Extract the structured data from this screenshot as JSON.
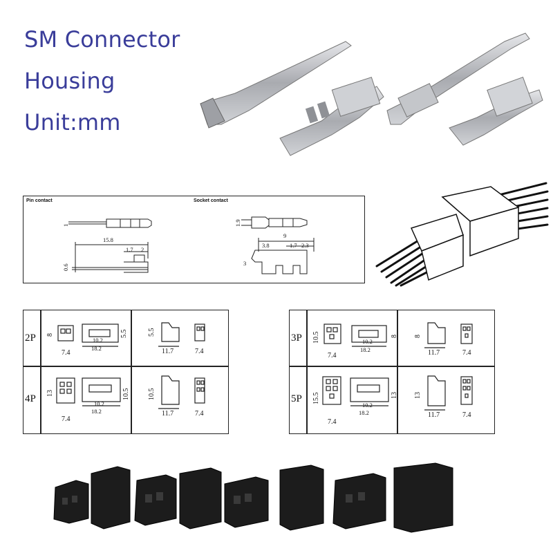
{
  "title": {
    "line1": "SM Connector",
    "line2": "Housing",
    "line3": "Unit:mm"
  },
  "contact_spec": {
    "pin_header": "Pin contact",
    "socket_header": "Socket contact",
    "pin_dims": {
      "d1": "1",
      "length": "15.8",
      "d2": "1.7",
      "d3": "2",
      "d4": "0.6"
    },
    "socket_dims": {
      "d1": "1.9",
      "length": "9",
      "d2": "3.8",
      "d3": "1.7",
      "d4": "2.3",
      "d5": "3"
    }
  },
  "housings_left": [
    {
      "label": "2P",
      "width": "7.4",
      "height": "8",
      "d1": "10.2",
      "d2": "18.2",
      "d3": "5.5",
      "side_h": "5.5",
      "side_w": "11.7",
      "end_w": "7.4"
    },
    {
      "label": "4P",
      "width": "7.4",
      "height": "13",
      "d1": "10.2",
      "d2": "18.2",
      "d3": "10.5",
      "side_h": "10.5",
      "side_w": "11.7",
      "end_w": "7.4"
    }
  ],
  "housings_right": [
    {
      "label": "3P",
      "width": "7.4",
      "height": "10.5",
      "d1": "10.2",
      "d2": "18.2",
      "d3": "8",
      "side_h": "8",
      "side_w": "11.7",
      "end_w": "7.4"
    },
    {
      "label": "5P",
      "width": "7.4",
      "height": "15.5",
      "d1": "10.2",
      "d2": "18.2",
      "d3": "13",
      "side_h": "13",
      "side_w": "11.7",
      "end_w": "7.4"
    }
  ],
  "colors": {
    "title": "#3a3d9a",
    "metal": "#b9bbbf",
    "housing": "#1c1c1c"
  }
}
